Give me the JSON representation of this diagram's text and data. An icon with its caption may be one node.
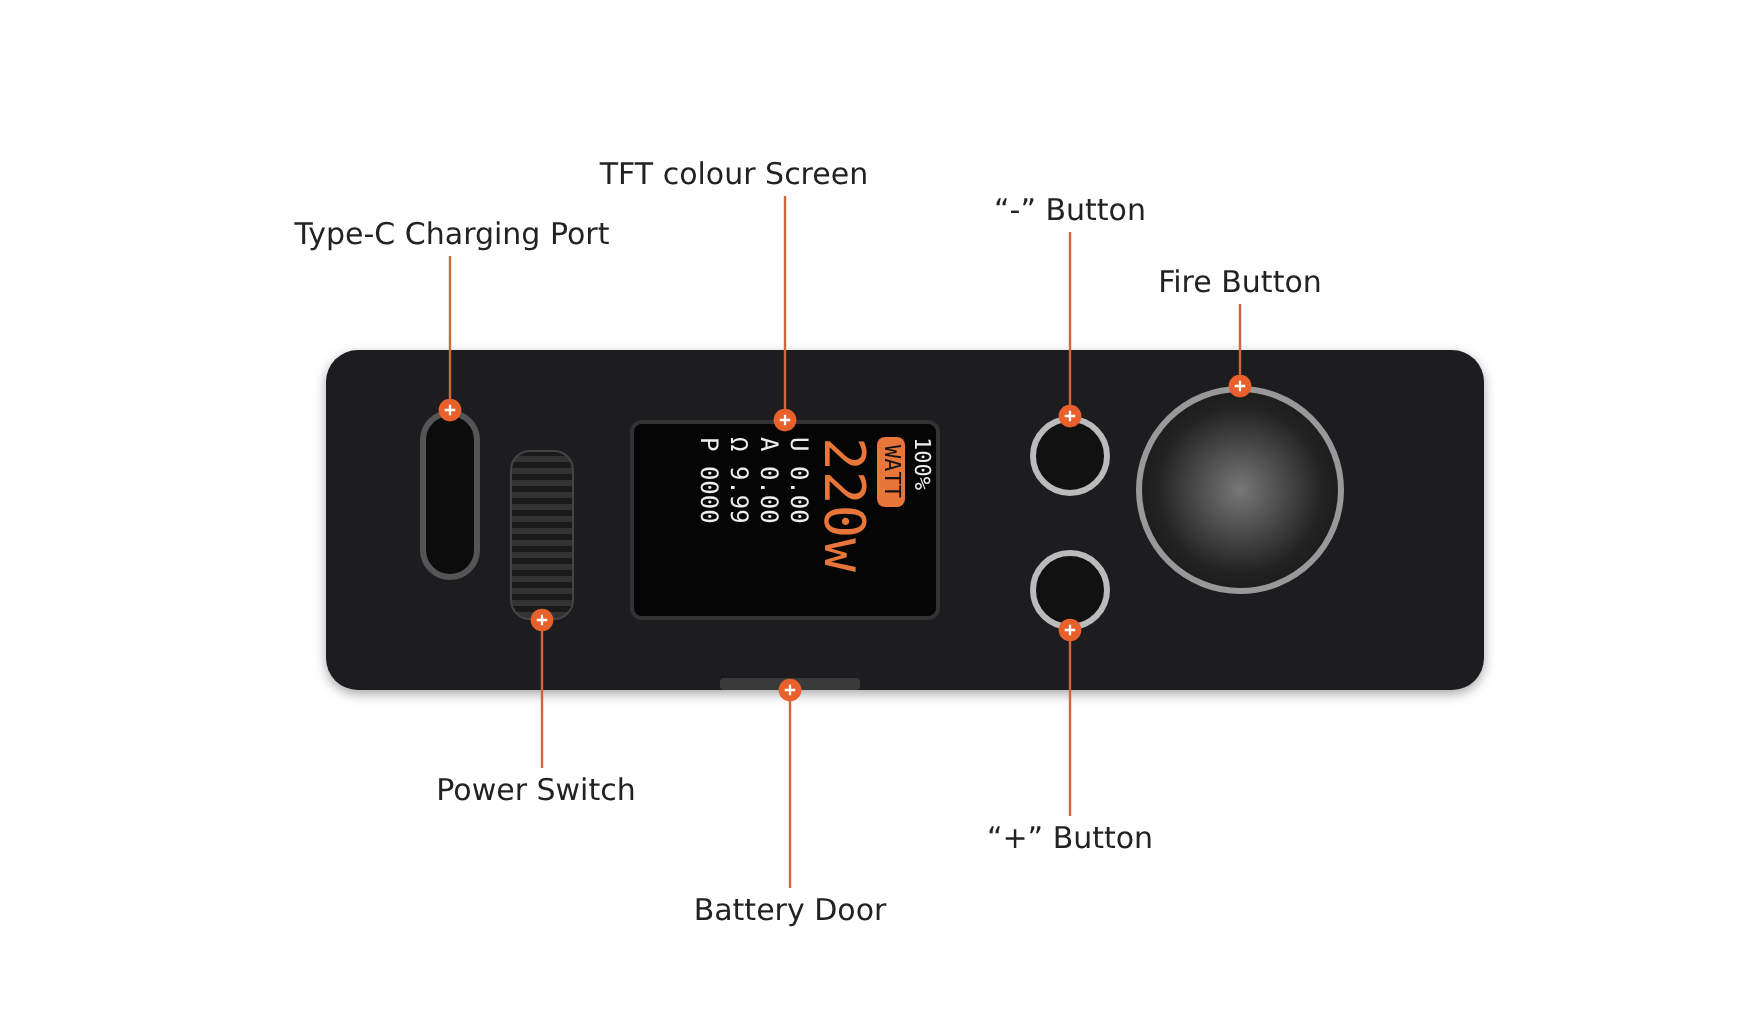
{
  "diagram": {
    "nodes": [
      {
        "text": [
          "TFT colour Screen"
        ]
      },
      {
        "text": [
          "“-” Button"
        ]
      },
      {
        "text": [
          "Type-C Charging Port"
        ]
      },
      {
        "text": [
          "Fire Button"
        ]
      },
      {
        "text": [
          "Power Switch"
        ]
      },
      {
        "text": [
          "“+” Button"
        ]
      },
      {
        "text": [
          "Battery Door"
        ]
      },
      {
        "text": [],
        "shape": "box"
      },
      {
        "text": [],
        "shape": "box"
      },
      {
        "text": [],
        "shape": "box"
      },
      {
        "text": [],
        "shape": "bar"
      },
      {
        "text": [],
        "shape": "circle"
      },
      {
        "text": [],
        "shape": "circle"
      },
      {
        "text": [],
        "shape": "circle"
      }
    ],
    "edges": [
      {
        "from": 0,
        "to": 9,
        "arrow": "other"
      },
      {
        "from": 1,
        "to": 11,
        "arrow": "other"
      },
      {
        "from": 2,
        "to": 7,
        "arrow": "other"
      },
      {
        "from": 3,
        "to": 13,
        "arrow": "other"
      },
      {
        "from": 4,
        "to": 8,
        "arrow": "other"
      },
      {
        "from": 5,
        "to": 12,
        "arrow": "other"
      },
      {
        "from": 6,
        "to": 10,
        "arrow": "other"
      }
    ],
    "labels": [
      "100%",
      "WATT",
      "220w",
      "U 0.00",
      "A 0.00",
      "Ω 9.99",
      "P 0000"
    ]
  }
}
